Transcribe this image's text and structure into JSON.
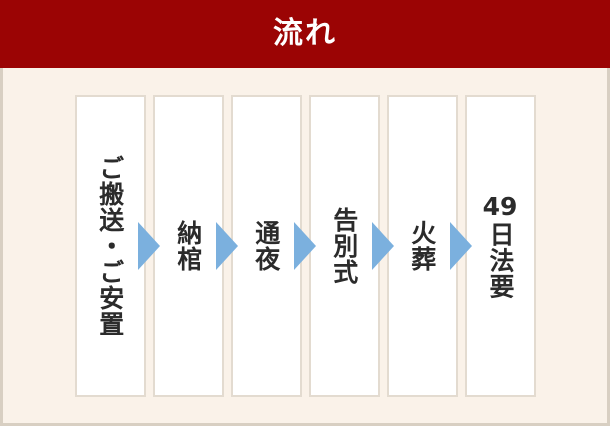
{
  "header": {
    "title": "流れ"
  },
  "colors": {
    "header_bg": "#9b0404",
    "header_text": "#ffffff",
    "panel_bg": "#faf2e9",
    "panel_border": "#d8cfc2",
    "card_bg": "#ffffff",
    "card_border": "#e3dbd0",
    "label_text": "#2b2b2b",
    "arrow": "#7bb0de"
  },
  "flow": {
    "orientation": "vertical-text-horizontal-flow",
    "arrow_count": 5,
    "arrow_icon": "triangle-right-icon",
    "steps": [
      {
        "index": 1,
        "label": "ご搬送・ご安置"
      },
      {
        "index": 2,
        "label": "納棺"
      },
      {
        "index": 3,
        "label": "通夜"
      },
      {
        "index": 4,
        "label": "告別式"
      },
      {
        "index": 5,
        "label": "火葬"
      },
      {
        "index": 6,
        "label": "49日法要",
        "number_prefix": "49",
        "label_rest": "日法要"
      }
    ]
  }
}
